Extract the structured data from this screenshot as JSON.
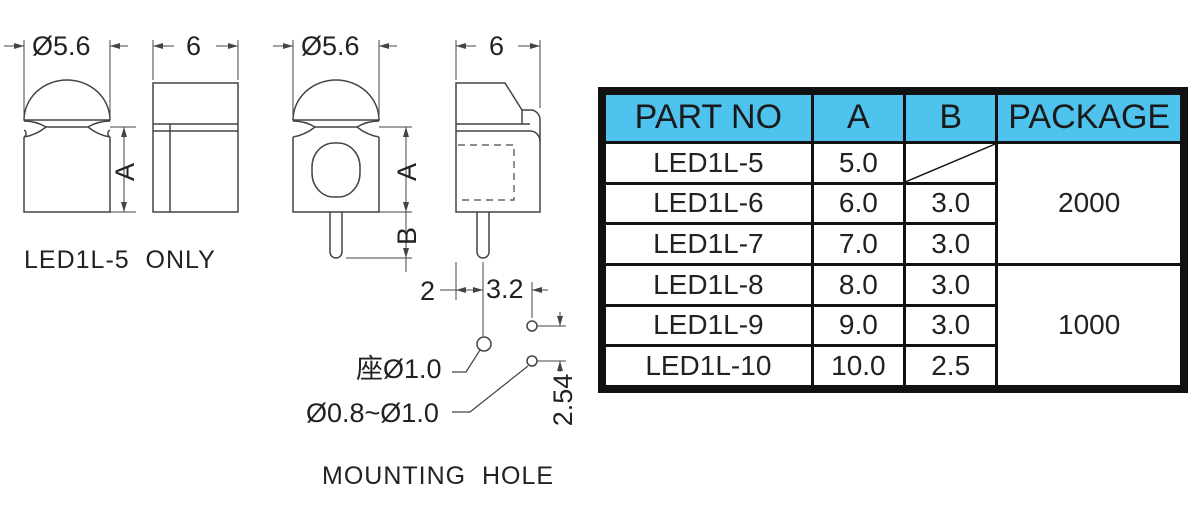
{
  "dimensions": {
    "diameter_left": "Ø5.6",
    "depth_left": "6",
    "diameter_right": "Ø5.6",
    "depth_right": "6",
    "dim_a_left": "A",
    "dim_a_right": "A",
    "dim_b": "B",
    "pitch_2": "2",
    "pitch_3_2": "3.2",
    "hole_pitch": "2.54",
    "seat_hole": "座Ø1.0",
    "lead_hole": "Ø0.8~Ø1.0"
  },
  "captions": {
    "led_only": "LED1L-5  ONLY",
    "mounting_hole": "MOUNTING  HOLE"
  },
  "table": {
    "headers": [
      "PART NO",
      "A",
      "B",
      "PACKAGE"
    ],
    "rows": [
      {
        "part": "LED1L-5",
        "a": "5.0",
        "b": ""
      },
      {
        "part": "LED1L-6",
        "a": "6.0",
        "b": "3.0"
      },
      {
        "part": "LED1L-7",
        "a": "7.0",
        "b": "3.0"
      },
      {
        "part": "LED1L-8",
        "a": "8.0",
        "b": "3.0"
      },
      {
        "part": "LED1L-9",
        "a": "9.0",
        "b": "3.0"
      },
      {
        "part": "LED1L-10",
        "a": "10.0",
        "b": "2.5"
      }
    ],
    "packages": [
      "2000",
      "1000"
    ]
  },
  "colors": {
    "header_bg": "#4ec3ee",
    "table_border": "#111111",
    "line": "#444444"
  }
}
